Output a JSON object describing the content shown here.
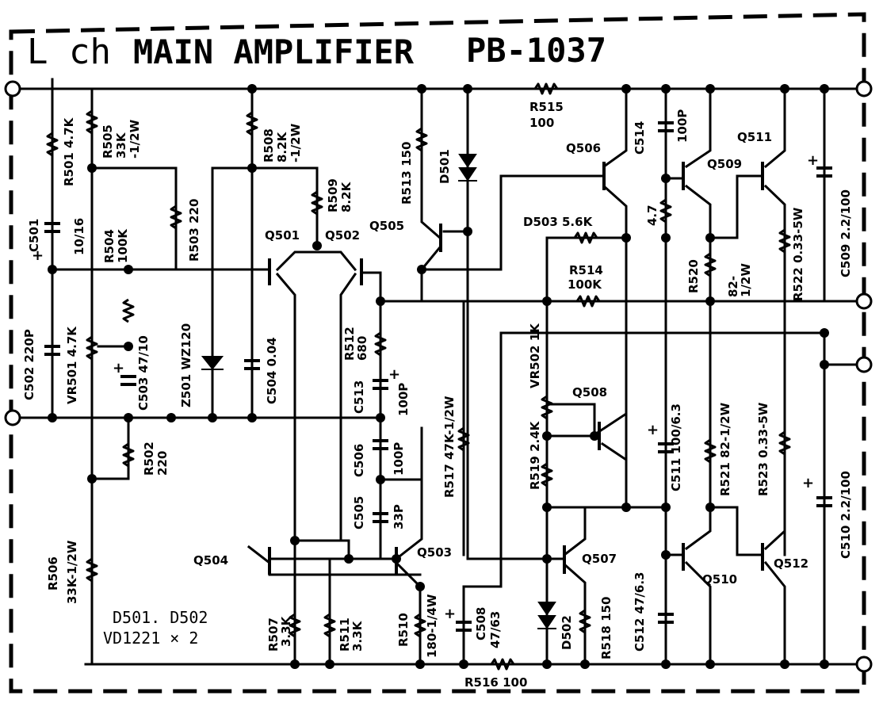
{
  "title": {
    "channel": "L ch",
    "name": "MAIN AMPLIFIER",
    "board": "PB-1037"
  },
  "note": {
    "line1": "D501. D502",
    "line2": "VD1221  × 2"
  },
  "resistors": [
    {
      "ref": "R501",
      "value": "4.7K"
    },
    {
      "ref": "R502",
      "value": "220"
    },
    {
      "ref": "R503",
      "value": "220"
    },
    {
      "ref": "R504",
      "value": "100K"
    },
    {
      "ref": "R505",
      "value": "33K",
      "rating": "-1/2W"
    },
    {
      "ref": "R506",
      "value": "33K-1/2W"
    },
    {
      "ref": "R507",
      "value": "3.3K"
    },
    {
      "ref": "R508",
      "value": "8.2K",
      "rating": "-1/2W"
    },
    {
      "ref": "R509",
      "value": "8.2K"
    },
    {
      "ref": "R510",
      "value": "180-1/4W"
    },
    {
      "ref": "R511",
      "value": "3.3K"
    },
    {
      "ref": "R512",
      "value": "680"
    },
    {
      "ref": "R513",
      "value": "150"
    },
    {
      "ref": "R514",
      "value": "100K"
    },
    {
      "ref": "R515",
      "value": "100"
    },
    {
      "ref": "R516",
      "value": "100"
    },
    {
      "ref": "R517",
      "value": "47K-1/2W"
    },
    {
      "ref": "R518",
      "value": "150"
    },
    {
      "ref": "R519",
      "value": "2.4K"
    },
    {
      "ref": "R520",
      "value": "82-",
      "rating": "1/2W"
    },
    {
      "ref": "R521",
      "value": "82-1/2W"
    },
    {
      "ref": "R522",
      "value": "0.33-5W"
    },
    {
      "ref": "R523",
      "value": "0.33-5W"
    },
    {
      "ref": "",
      "value": "5.6K"
    },
    {
      "ref": "",
      "value": "4.7"
    }
  ],
  "capacitors": [
    {
      "ref": "C501",
      "value": "10/16"
    },
    {
      "ref": "C502",
      "value": "220P"
    },
    {
      "ref": "C503",
      "value": "47/10"
    },
    {
      "ref": "C504",
      "value": "0.04"
    },
    {
      "ref": "C505",
      "value": "33P"
    },
    {
      "ref": "C506",
      "value": "100P"
    },
    {
      "ref": "C508",
      "value": "47/63"
    },
    {
      "ref": "C509",
      "value": "2.2/100"
    },
    {
      "ref": "C510",
      "value": "2.2/100"
    },
    {
      "ref": "C511",
      "value": "100/6.3"
    },
    {
      "ref": "C512",
      "value": "47/6.3"
    },
    {
      "ref": "C513",
      "value": "100P"
    },
    {
      "ref": "C514",
      "value": "100P"
    }
  ],
  "variable_resistors": [
    {
      "ref": "VR501",
      "value": "4.7K"
    },
    {
      "ref": "VR502",
      "value": "1K"
    }
  ],
  "diodes": [
    {
      "ref": "D501"
    },
    {
      "ref": "D502"
    },
    {
      "ref": "D503"
    },
    {
      "ref": "Z501",
      "value": "WZ120"
    }
  ],
  "transistors": [
    {
      "ref": "Q501"
    },
    {
      "ref": "Q502"
    },
    {
      "ref": "Q503"
    },
    {
      "ref": "Q504"
    },
    {
      "ref": "Q505"
    },
    {
      "ref": "Q506"
    },
    {
      "ref": "Q507"
    },
    {
      "ref": "Q508"
    },
    {
      "ref": "Q509"
    },
    {
      "ref": "Q510"
    },
    {
      "ref": "Q511"
    },
    {
      "ref": "Q512"
    }
  ],
  "polarity_mark": "+"
}
